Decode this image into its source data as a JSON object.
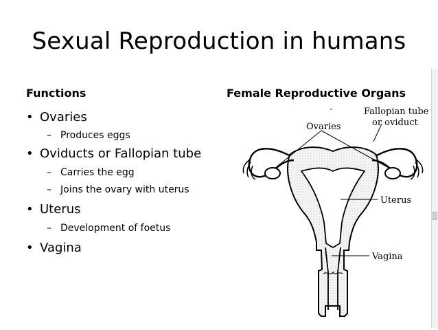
{
  "slide": {
    "title": "Sexual Reproduction in humans",
    "left_heading": "Functions",
    "right_heading": "Female Reproductive Organs",
    "bullets": [
      {
        "label": "Ovaries",
        "subs": [
          "Produces eggs"
        ]
      },
      {
        "label": "Oviducts or Fallopian tube",
        "subs": [
          "Carries the egg",
          "Joins the ovary with uterus"
        ]
      },
      {
        "label": "Uterus",
        "subs": [
          "Development of foetus"
        ]
      },
      {
        "label": "Vagina",
        "subs": []
      }
    ],
    "bullet_symbol": "•",
    "dash_symbol": "–"
  },
  "diagram": {
    "labels": {
      "fallopian_tube_1": "Fallopian tube",
      "fallopian_tube_2": "or oviduct",
      "ovaries": "Ovaries",
      "uterus": "Uterus",
      "vagina": "Vagina"
    }
  },
  "colors": {
    "background": "#ffffff",
    "text": "#000000",
    "diagram_line": "#000000",
    "diagram_shade": "#bdbdbd"
  }
}
